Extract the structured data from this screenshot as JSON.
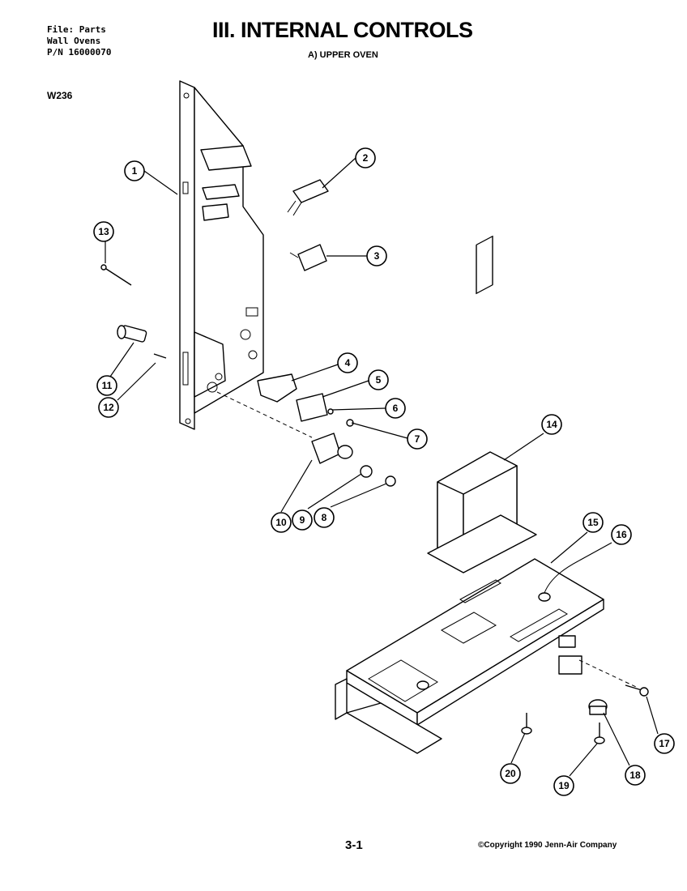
{
  "header": {
    "file_line": "File: Parts",
    "product_line": "Wall Ovens",
    "part_number_line": "P/N 16000070",
    "drawing_code": "W236",
    "title": "III. INTERNAL CONTROLS",
    "subtitle": "A) UPPER OVEN"
  },
  "footer": {
    "page_number": "3-1",
    "copyright": "©Copyright 1990 Jenn-Air Company"
  },
  "callouts": [
    "1",
    "2",
    "3",
    "4",
    "5",
    "6",
    "7",
    "8",
    "9",
    "10",
    "11",
    "12",
    "13",
    "14",
    "15",
    "16",
    "17",
    "18",
    "19",
    "20"
  ]
}
